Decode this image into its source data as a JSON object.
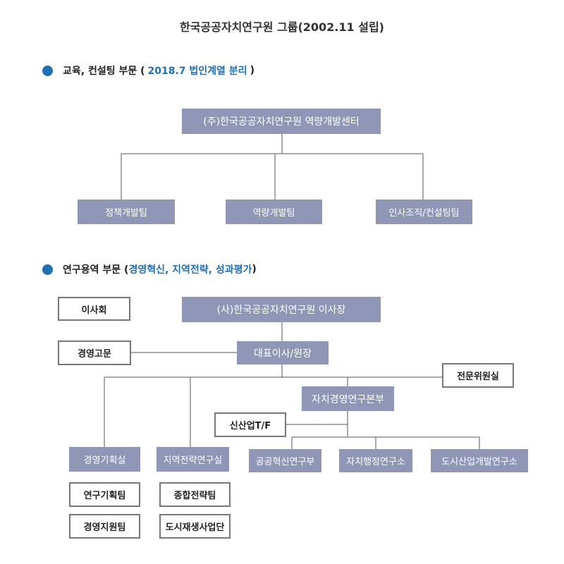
{
  "title": "한국공공자치연구원 그룹(2002.11 설립)",
  "section1": {
    "label": "교육, 컨설팅 부문 (",
    "highlight": "2018.7 법인계열 분리",
    "close": ")"
  },
  "center": "(주)한국공공자치연구원 역량개발센터",
  "teams1": [
    "정책개발팀",
    "역량개발팀",
    "인사조직/컨설팅팀"
  ],
  "section2": {
    "label": "연구용역 부문 (",
    "highlight": "경영혁신, 지역전략, 성과평가",
    "close": ")"
  },
  "chairman": "(사)한국공공자치연구원 이사장",
  "board": "이사회",
  "advisor": "경영고문",
  "ceo": "대표이사/원장",
  "committee": "전문위원실",
  "hq": "자치경영연구본부",
  "tf": "신산업T/F",
  "offices": [
    "경영기획실",
    "지역전략연구실"
  ],
  "depts": [
    "공공혁신연구부",
    "자치행정연구소",
    "도시산업개발연구소"
  ],
  "sub_mgmt": [
    "연구기획팀",
    "경영지원팀"
  ],
  "sub_region": [
    "종합전략팀",
    "도시재생사업단"
  ],
  "colors": {
    "accent": "#1f6fb5",
    "box_fill": "#9097b6",
    "outline": "#777777"
  }
}
